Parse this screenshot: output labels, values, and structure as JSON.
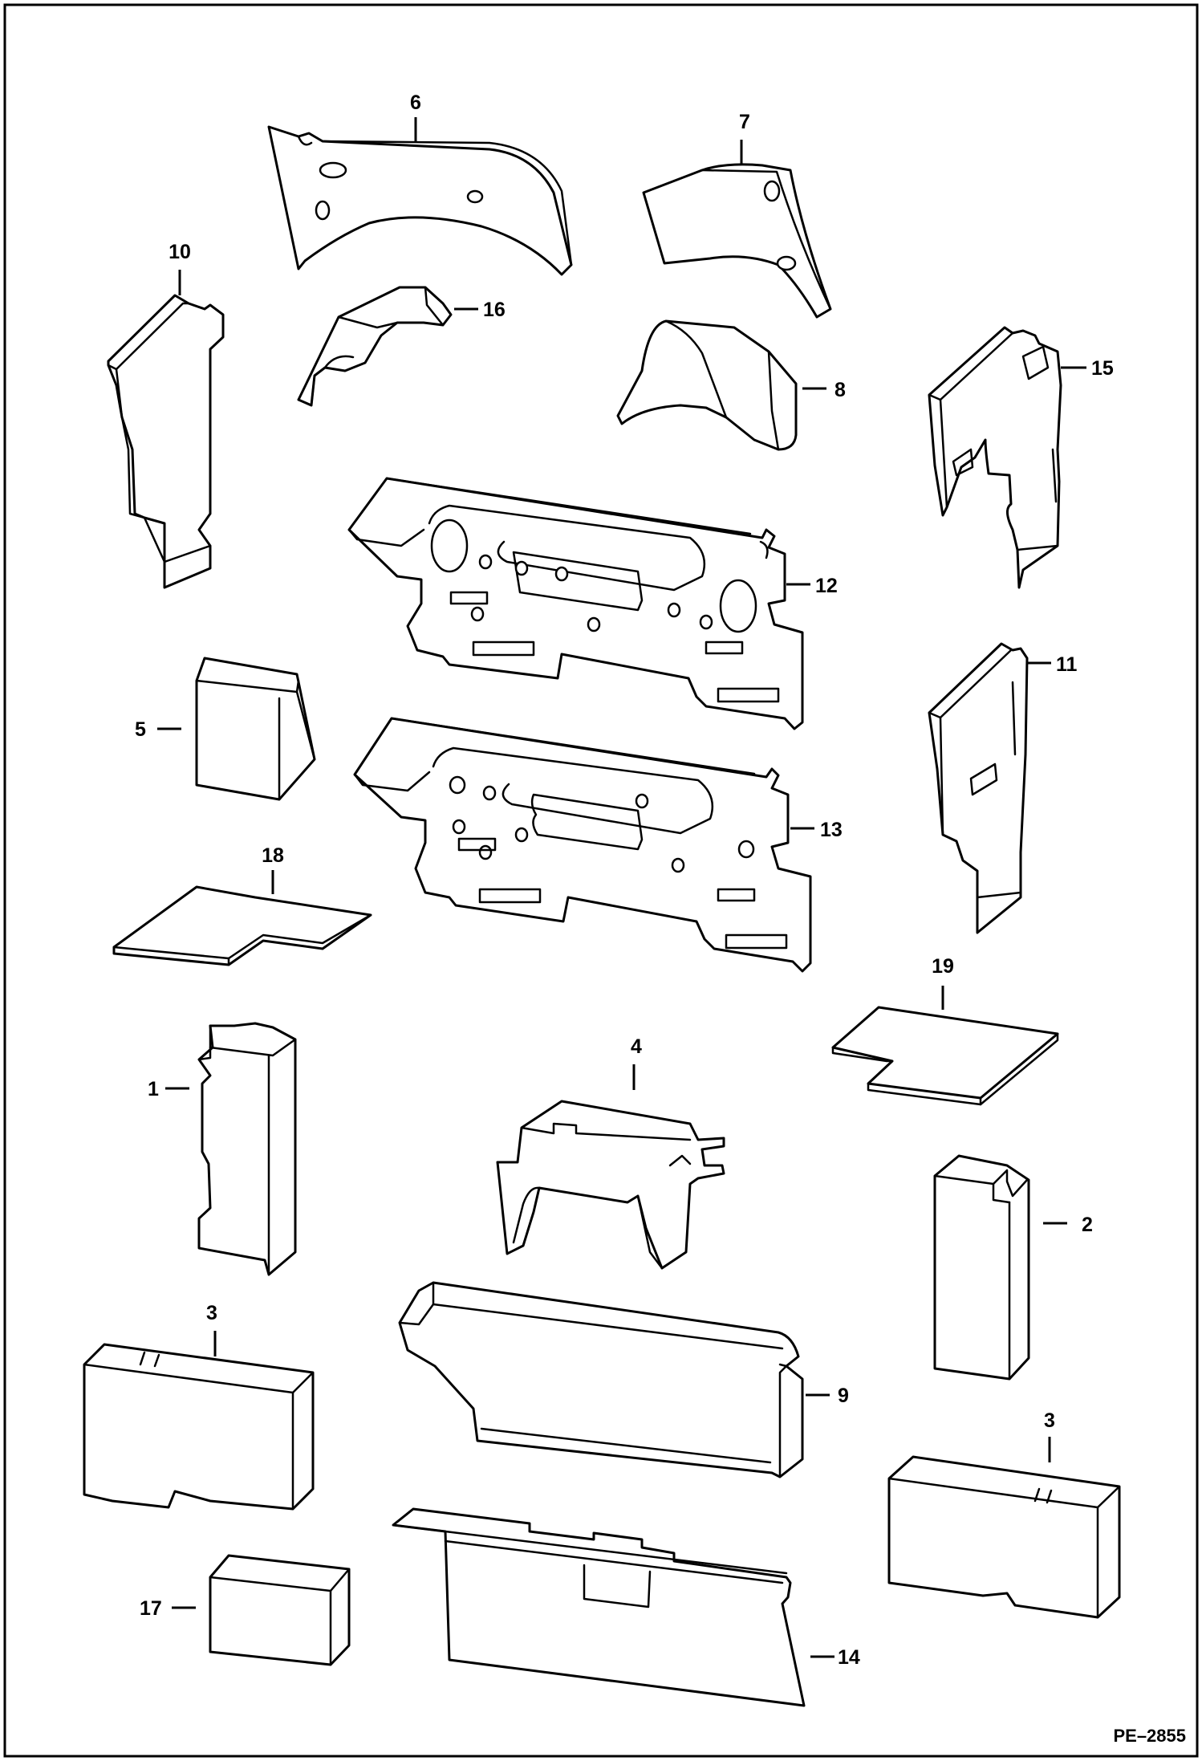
{
  "figure_ref": "PE–2855",
  "callouts": {
    "p1": "1",
    "p2": "2",
    "p3a": "3",
    "p3b": "3",
    "p4": "4",
    "p5": "5",
    "p6": "6",
    "p7": "7",
    "p8": "8",
    "p9": "9",
    "p10": "10",
    "p11": "11",
    "p12": "12",
    "p13": "13",
    "p14": "14",
    "p15": "15",
    "p16": "16",
    "p17": "17",
    "p18": "18",
    "p19": "19"
  }
}
